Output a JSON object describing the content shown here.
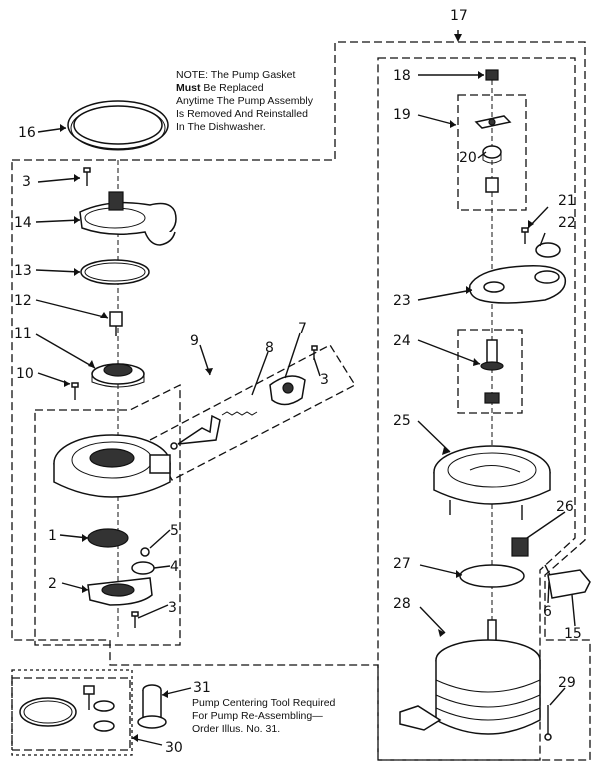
{
  "note": {
    "line1": "NOTE: The Pump Gasket",
    "line2_bold": "Must",
    "line2_rest": " Be Replaced",
    "line3": "Anytime The Pump Assembly",
    "line4": "Is Removed And Reinstalled",
    "line5": "In The Dishwasher."
  },
  "tool_note": {
    "line1": "Pump Centering Tool Required",
    "line2": "For Pump Re-Assembling—",
    "line3": "Order Illus. No. 31."
  },
  "callouts": {
    "c1": "1",
    "c2": "2",
    "c3a": "3",
    "c3b": "3",
    "c3c": "3",
    "c4": "4",
    "c5": "5",
    "c6": "6",
    "c7": "7",
    "c8": "8",
    "c9": "9",
    "c10": "10",
    "c11": "11",
    "c12": "12",
    "c13": "13",
    "c14": "14",
    "c15": "15",
    "c16": "16",
    "c17": "17",
    "c18": "18",
    "c19": "19",
    "c20": "20",
    "c21": "21",
    "c22": "22",
    "c23": "23",
    "c24": "24",
    "c25": "25",
    "c26": "26",
    "c27": "27",
    "c28": "28",
    "c29": "29",
    "c30": "30",
    "c31": "31"
  }
}
